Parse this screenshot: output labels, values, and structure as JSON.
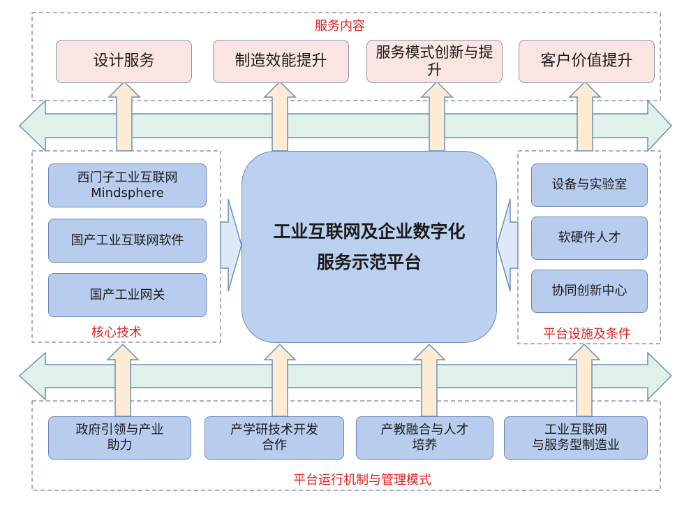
{
  "top_section": {
    "label": "服务内容",
    "items": [
      "设计服务",
      "制造效能提升",
      "服务模式创新与提升",
      "客户价值提升"
    ]
  },
  "core_platform": {
    "line1": "工业互联网及企业数字化",
    "line2": "服务示范平台"
  },
  "left_section": {
    "label": "核心技术",
    "items": [
      {
        "line1": "西门子工业互联网",
        "line2": "Mindsphere"
      },
      {
        "line1": "国产工业互联网软件",
        "line2": ""
      },
      {
        "line1": "国产工业网关",
        "line2": ""
      }
    ]
  },
  "right_section": {
    "label": "平台设施及条件",
    "items": [
      "设备与实验室",
      "软硬件人才",
      "协同创新中心"
    ]
  },
  "bottom_section": {
    "label": "平台运行机制与管理模式",
    "items": [
      {
        "line1": "政府引领与产业",
        "line2": "助力"
      },
      {
        "line1": "产学研技术开发",
        "line2": "合作"
      },
      {
        "line1": "产教融合与人才",
        "line2": "培养"
      },
      {
        "line1": "工业互联网",
        "line2": "与服务型制造业"
      }
    ]
  },
  "colors": {
    "service_fill": "#fbe5e3",
    "node_fill": "#b8cdee",
    "core_fill": "#bcd0f0",
    "horizontal_arrow_fill": "#dff1e8",
    "vertical_arrow_fill": "#fdebd3",
    "side_arrow_fill": "#dde9f8",
    "section_label": "#e02020",
    "dashed_border": "#4f5f8a"
  }
}
